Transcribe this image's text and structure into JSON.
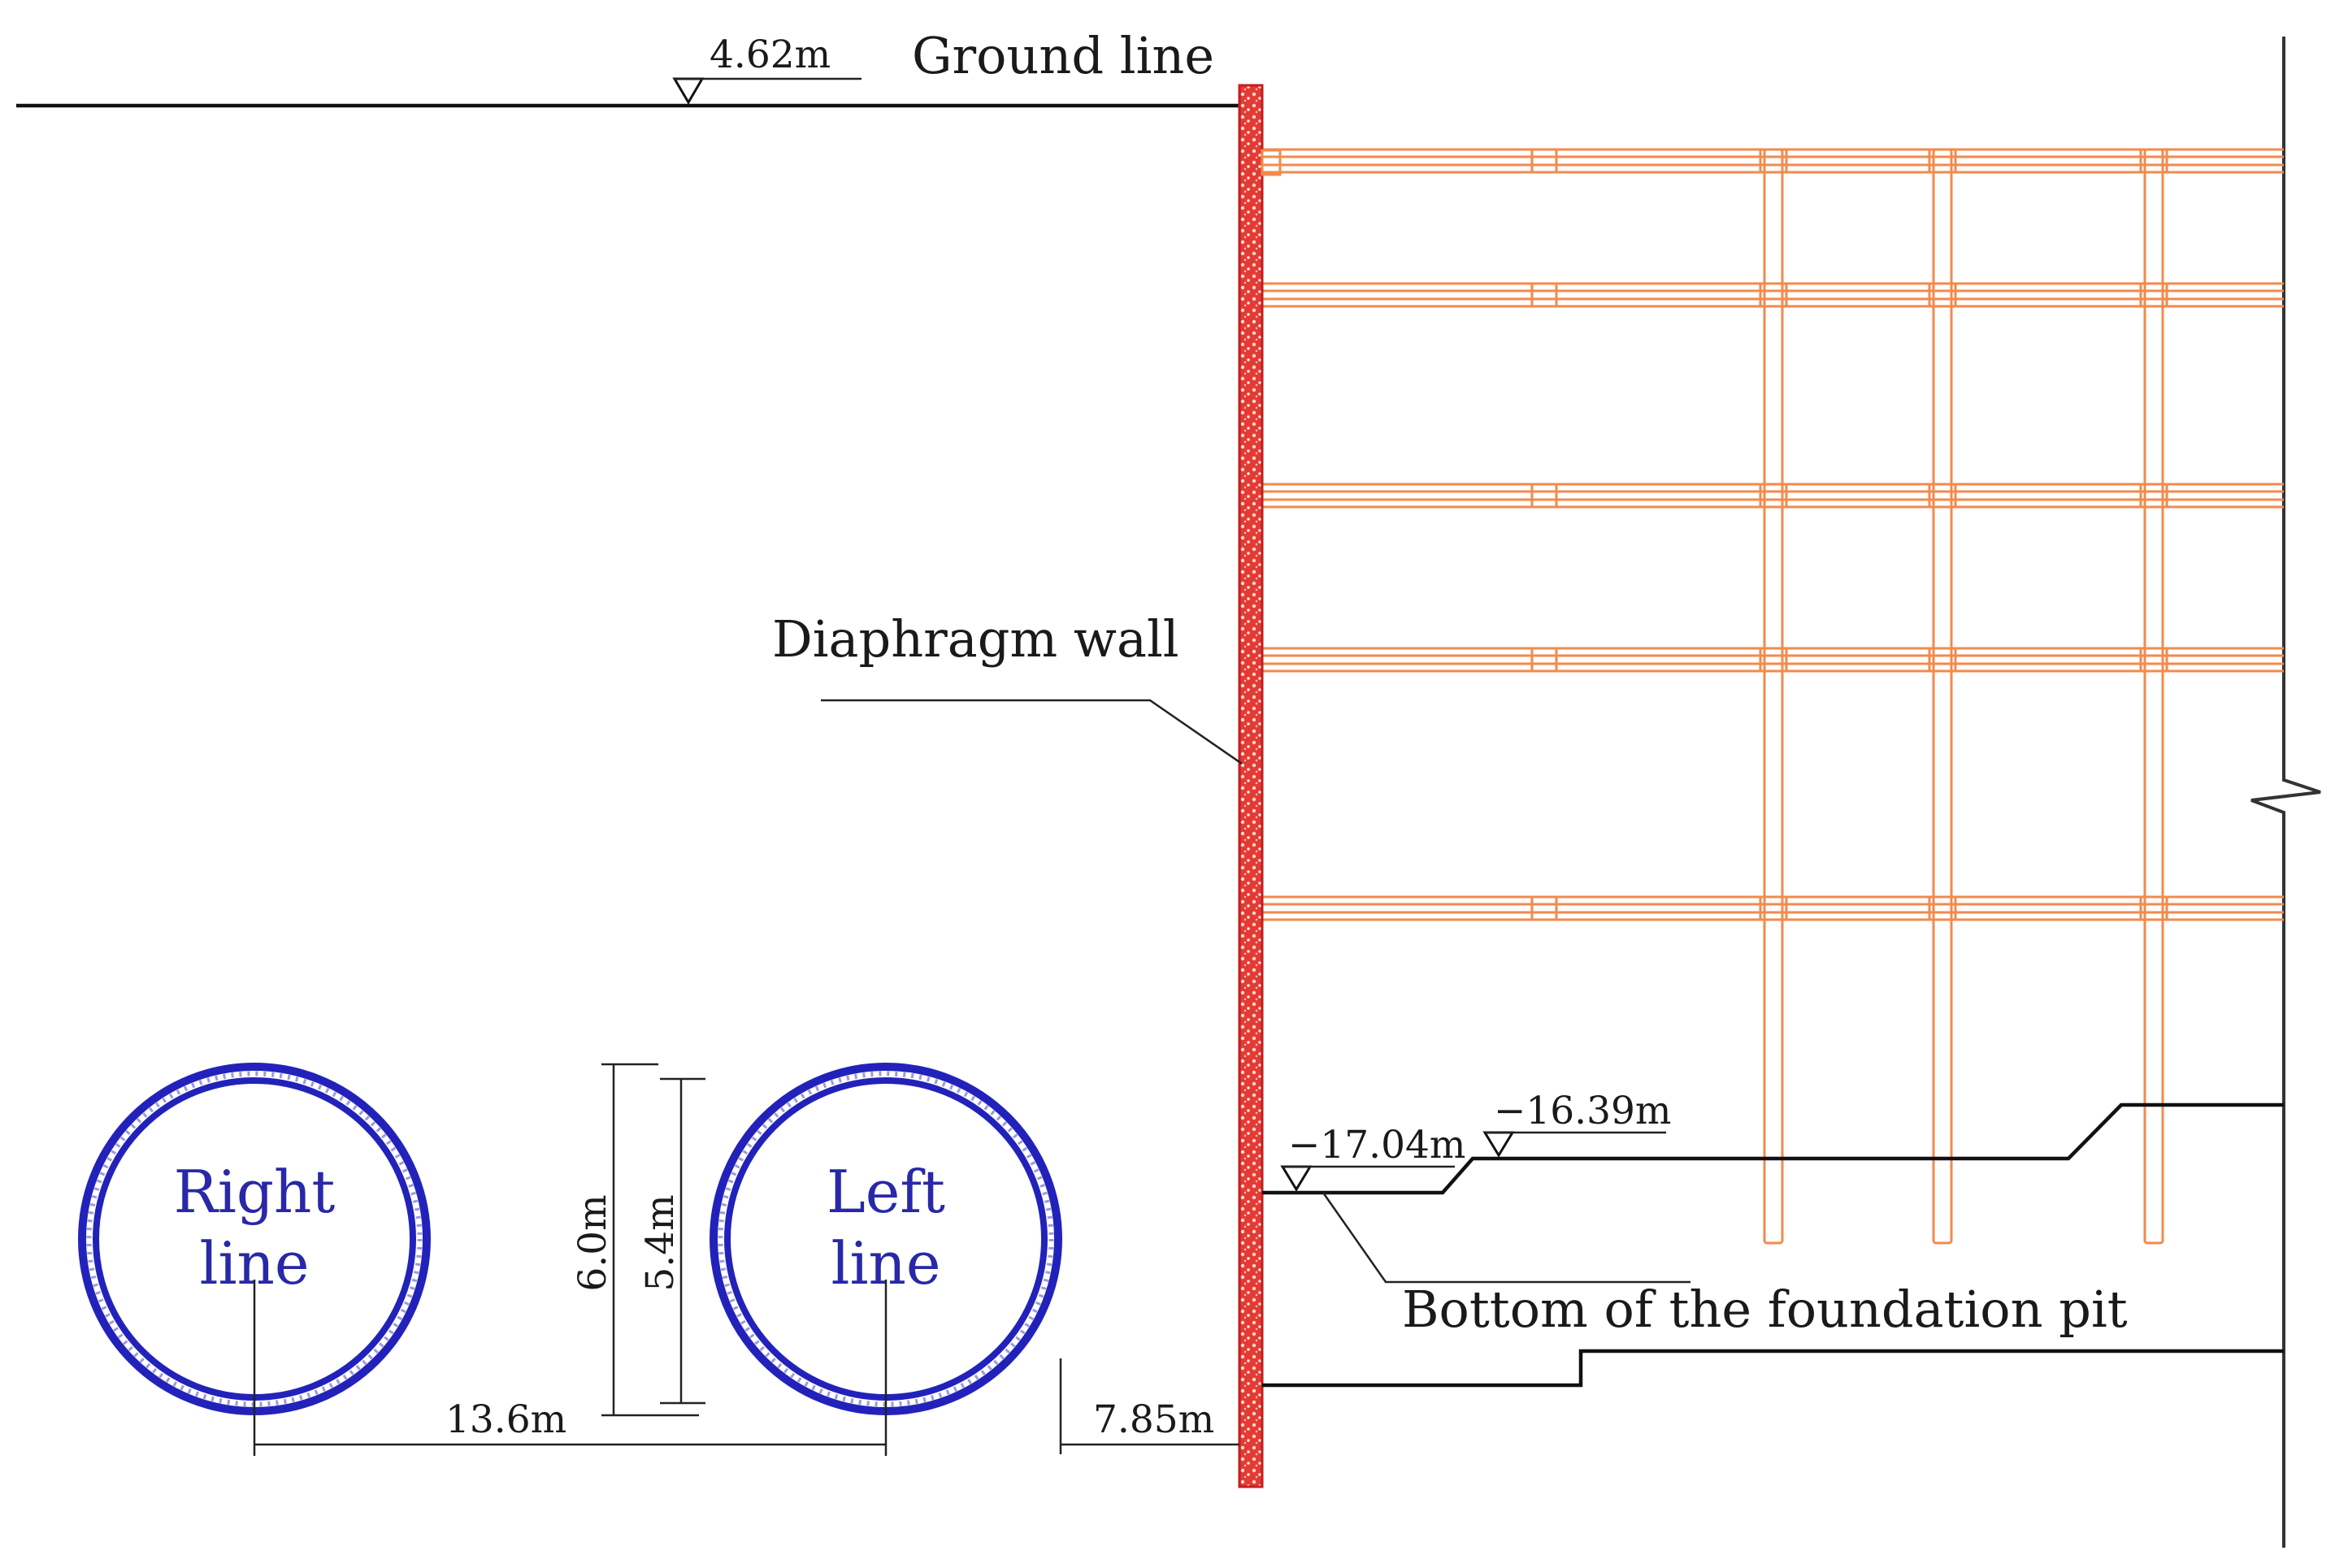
{
  "labels": {
    "ground_level": "4.62m",
    "ground_line": "Ground line",
    "diaphragm_wall": "Diaphragm wall",
    "pit_bottom_level_1": "−17.04m",
    "pit_bottom_level_2": "−16.39m",
    "pit_bottom": "Bottom of the foundation pit",
    "right_tunnel_line1": "Right",
    "right_tunnel_line2": "line",
    "left_tunnel_line1": "Left",
    "left_tunnel_line2": "line",
    "outer_diameter": "6.0m",
    "inner_diameter": "5.4m",
    "tunnel_spacing": "13.6m",
    "wall_clearance": "7.85m"
  },
  "colors": {
    "tunnel": "#2222bb",
    "tunnel_text": "#2828a8",
    "wall": "#e8332b",
    "struts": "#f28a4c",
    "lines": "#111111"
  }
}
